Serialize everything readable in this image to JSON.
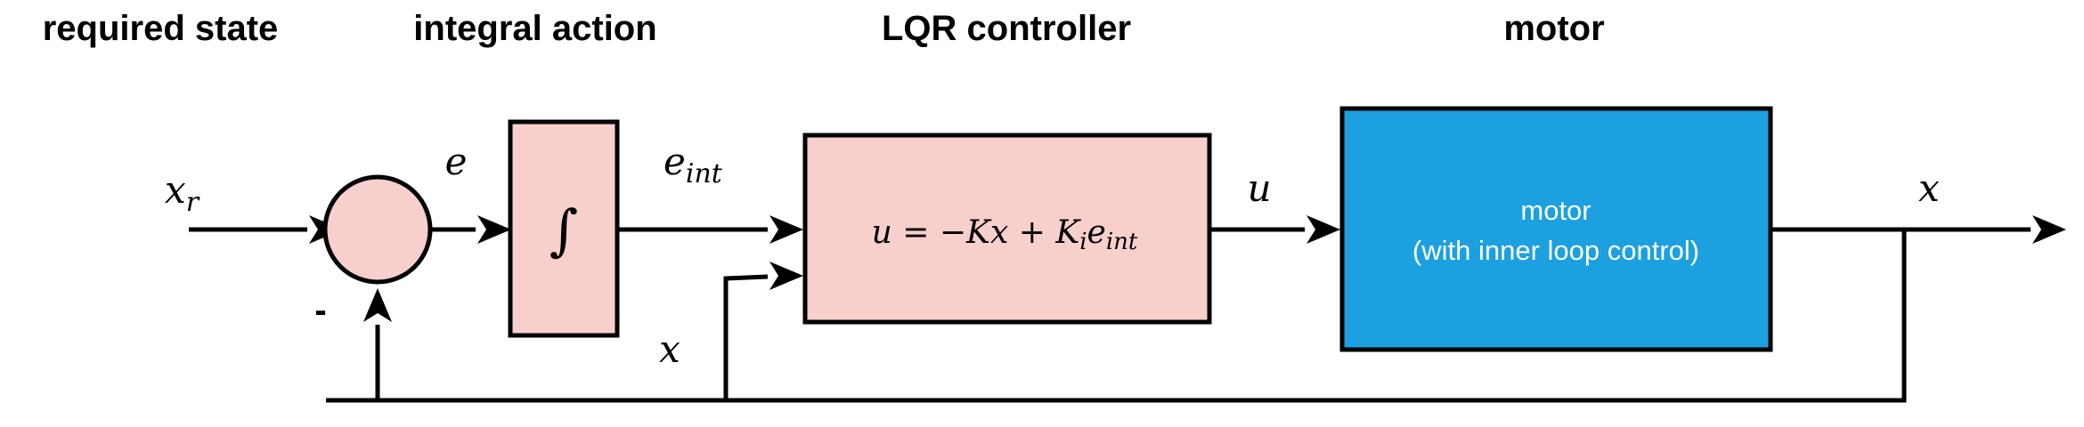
{
  "titles": {
    "required_state": "required state",
    "integral_action": "integral action",
    "lqr_controller": "LQR controller",
    "motor": "motor"
  },
  "signals": {
    "reference": {
      "base": "x",
      "sub": "r"
    },
    "error": "e",
    "integrated_error": {
      "base": "e",
      "sub": "int"
    },
    "control": "u",
    "output": "x",
    "feedback": "x"
  },
  "summing_junction": {
    "minus_sign": "-"
  },
  "integrator": {
    "symbol": "∫"
  },
  "controller": {
    "lhs": "u",
    "eq": " = −",
    "k": "K",
    "x": "x",
    "plus": " + ",
    "ki_base": "K",
    "ki_sub": "i",
    "e_base": "e",
    "e_sub": "int"
  },
  "motor_block": {
    "line1": "motor",
    "line2": "(with inner loop control)"
  },
  "colors": {
    "block_fill": "#f7cfcd",
    "motor_fill": "#1ca0e0",
    "stroke": "#000000"
  }
}
